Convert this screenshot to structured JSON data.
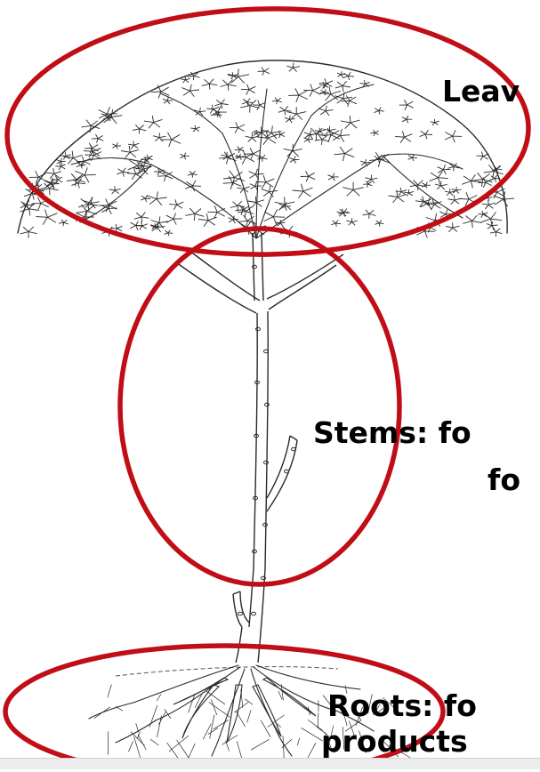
{
  "labels": {
    "leaves": "Leav",
    "stems_line1": "Stems: fo",
    "stems_line2": "fo",
    "roots_line1": "Roots: fo",
    "roots_line2": "products"
  },
  "colors": {
    "circle": "#c00d16",
    "ink": "#2a2a2a",
    "background": "#ffffff"
  }
}
